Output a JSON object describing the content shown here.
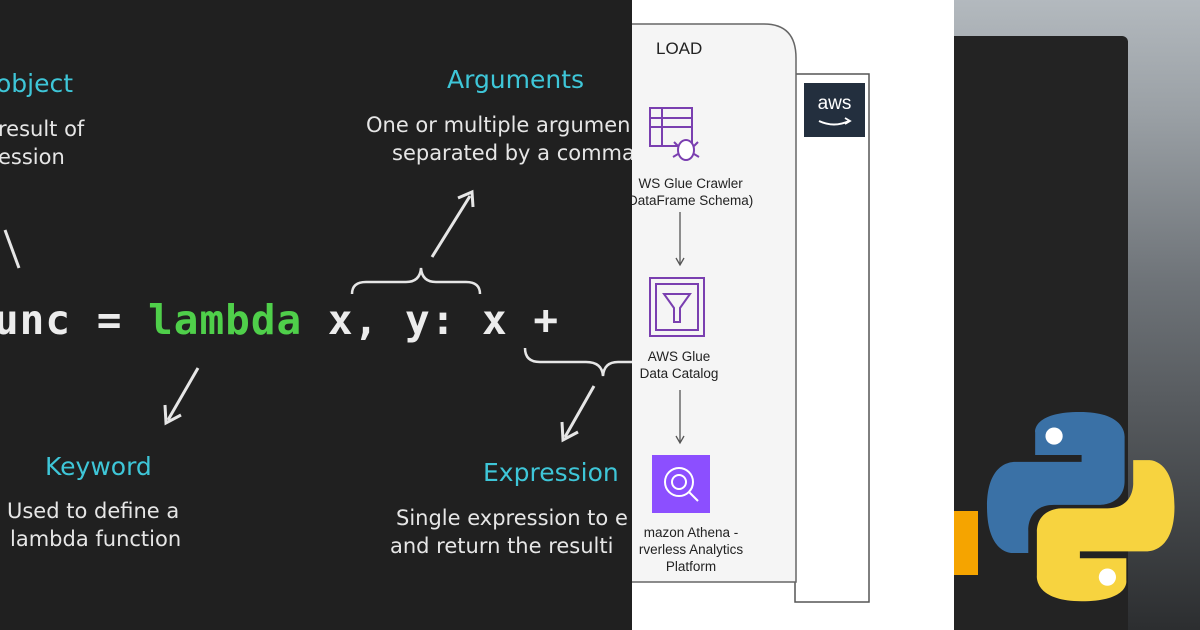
{
  "lambda_diagram": {
    "object_label": "object",
    "object_desc_line1": "result of",
    "object_desc_line2": "ession",
    "arguments_label": "Arguments",
    "arguments_desc_line1": "One or multiple argumen",
    "arguments_desc_line2": "separated by a comma",
    "code_prefix": "unc = ",
    "code_keyword": "lambda",
    "code_suffix": " x, y: x +",
    "keyword_label": "Keyword",
    "keyword_desc_line1": "Used to define a",
    "keyword_desc_line2": "lambda function",
    "expression_label": "Expression",
    "expression_desc_line1": "Single expression to e",
    "expression_desc_line2": "and return the resulti",
    "colors": {
      "label": "#3ec6d8",
      "keyword": "#4fcf4a",
      "background": "#202020"
    }
  },
  "aws_diagram": {
    "section_title": "LOAD",
    "logo_text": "aws",
    "nodes": [
      {
        "line1": "WS Glue Crawler",
        "line2": "DataFrame Schema)"
      },
      {
        "line1": "AWS Glue",
        "line2": "Data Catalog"
      },
      {
        "line1": "mazon Athena -",
        "line2": "rverless Analytics",
        "line3": "Platform"
      }
    ],
    "icons": [
      "glue-crawler-icon",
      "glue-data-catalog-icon",
      "athena-icon"
    ],
    "colors": {
      "glue": "#7a3fb0",
      "athena": "#8c4fff",
      "logo_bg": "#232f3e"
    }
  },
  "python_panel": {
    "icons": [
      "python-logo-icon"
    ],
    "colors": {
      "blue": "#3a71a6",
      "yellow": "#f7d33f",
      "orange": "#f5a400"
    }
  }
}
